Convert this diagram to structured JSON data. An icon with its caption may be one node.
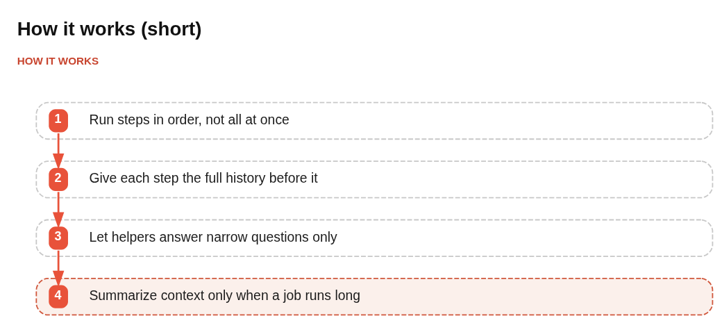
{
  "diagram": {
    "title": "How it works (short)",
    "nodes": [
      {
        "text": [
          "1",
          "Run steps in order, not all at once"
        ]
      },
      {
        "text": [
          "2",
          "Give each step the full history before it"
        ]
      },
      {
        "text": [
          "3",
          "Let helpers answer narrow questions only"
        ]
      },
      {
        "text": [
          "4",
          "Summarize context only when a job runs long"
        ]
      }
    ],
    "edges": [
      {
        "from": 0,
        "to": 1,
        "arrow": "to"
      },
      {
        "from": 1,
        "to": 2,
        "arrow": "to"
      },
      {
        "from": 2,
        "to": 3,
        "arrow": "to"
      }
    ],
    "labels": [
      "HOW IT WORKS"
    ]
  }
}
